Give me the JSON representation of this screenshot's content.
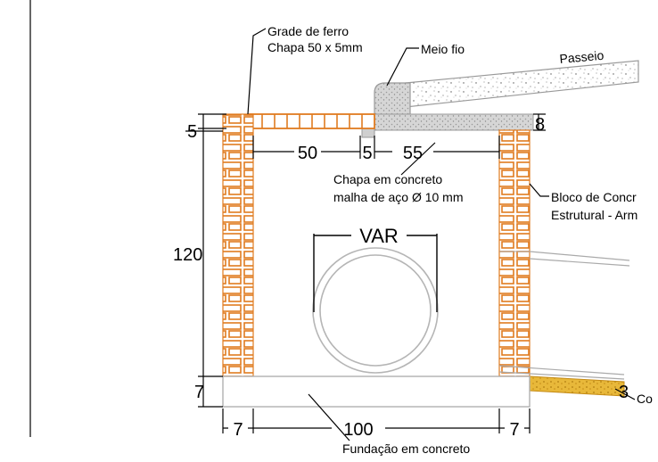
{
  "labels": {
    "grade_line1": "Grade de ferro",
    "grade_line2": "Chapa 50 x 5mm",
    "meio_fio": "Meio fio",
    "passeio": "Passeio",
    "chapa_line1": "Chapa em concreto",
    "chapa_line2": "malha de aço Ø 10 mm",
    "bloco_line1": "Bloco de Concr",
    "bloco_line2": "Estrutural - Arm",
    "var": "VAR",
    "fundacao": "Fundação em concreto",
    "co": "Co"
  },
  "dimensions": {
    "top_5": "5",
    "d50": "50",
    "d5": "5",
    "d55": "55",
    "right_8": "8",
    "height_120": "120",
    "bottom_7": "7",
    "left_7": "7",
    "width_100": "100",
    "right_7": "7",
    "pipe_3": "3"
  },
  "colors": {
    "brick": "#e07b20",
    "concrete_outline": "#a8a8a8",
    "gravel": "#d9a62a"
  }
}
